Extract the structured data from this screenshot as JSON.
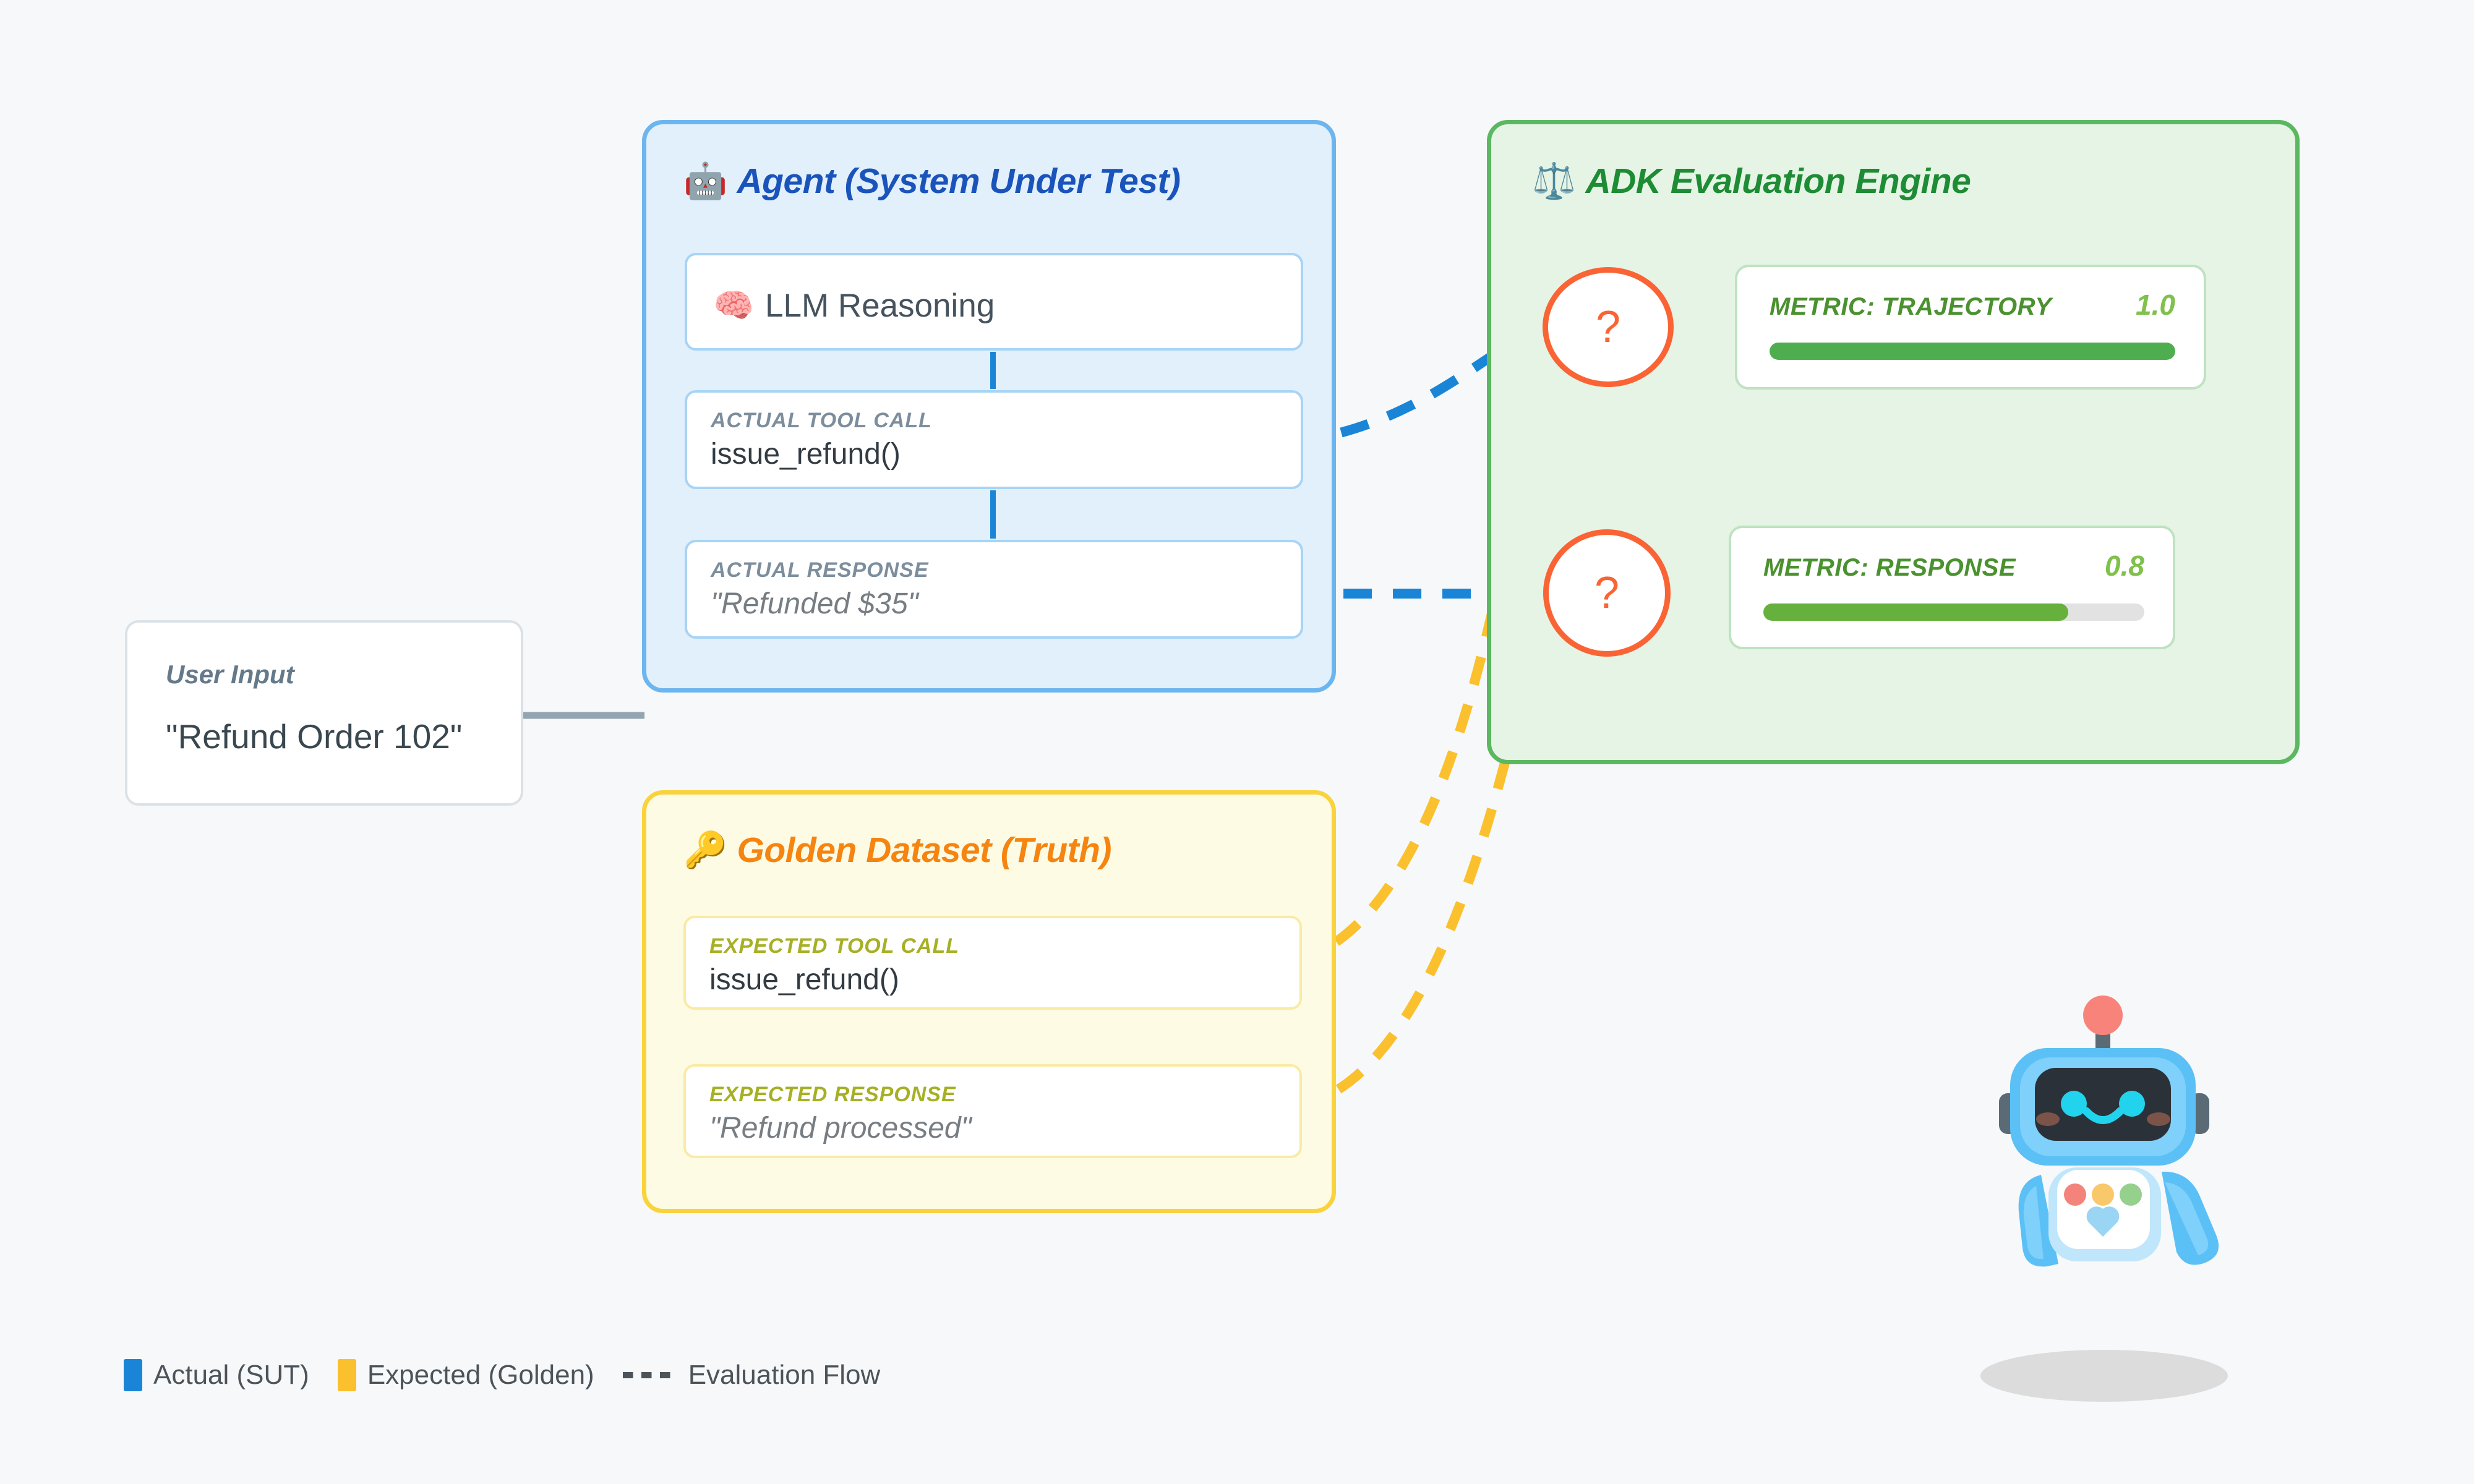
{
  "diagram": {
    "background_color": "#f6f8fa",
    "user_input": {
      "label": "User Input",
      "value": "\"Refund Order 102\""
    },
    "agent_panel": {
      "icon": "robot-emoji",
      "icon_glyph": "🤖",
      "title": "Agent (System Under Test)",
      "accent_color": "#1a54bb",
      "border_color": "#6cb5ef",
      "fill_color": "#e2f0fc",
      "llm": {
        "icon": "brain-emoji",
        "icon_glyph": "🧠",
        "label": "LLM Reasoning"
      },
      "rows": [
        {
          "label": "ACTUAL TOOL CALL",
          "value": "issue_refund()",
          "quoted": false
        },
        {
          "label": "ACTUAL RESPONSE",
          "value": "\"Refunded $35\"",
          "quoted": true
        }
      ]
    },
    "golden_panel": {
      "icon": "key-emoji",
      "icon_glyph": "🔑",
      "title": "Golden Dataset (Truth)",
      "accent_color": "#f58410",
      "border_color": "#fad23c",
      "fill_color": "#fdfbe3",
      "rows": [
        {
          "label": "EXPECTED TOOL CALL",
          "value": "issue_refund()",
          "quoted": false
        },
        {
          "label": "EXPECTED RESPONSE",
          "value": "\"Refund processed\"",
          "quoted": true
        }
      ]
    },
    "eval_panel": {
      "icon": "balance-scale-emoji",
      "icon_glyph": "⚖️",
      "title": "ADK Evaluation Engine",
      "accent_color": "#1d8c34",
      "border_color": "#5cb860",
      "fill_color": "#e6f4e6",
      "comparators": [
        {
          "symbol": "?",
          "color": "#fa6435"
        },
        {
          "symbol": "?",
          "color": "#fa6435"
        }
      ],
      "metrics": [
        {
          "name": "METRIC: TRAJECTORY",
          "score": "1.0",
          "fill_percent": 100,
          "bar_color": "#4eae4f"
        },
        {
          "name": "METRIC: RESPONSE",
          "score": "0.8",
          "fill_percent": 80,
          "bar_color": "#66b03e"
        }
      ]
    },
    "legend": {
      "items": [
        {
          "type": "swatch",
          "color": "#1a85d6",
          "label": "Actual (SUT)"
        },
        {
          "type": "swatch",
          "color": "#fbc02d",
          "label": "Expected (Golden)"
        },
        {
          "type": "dashed-line",
          "color": "#4c5359",
          "label": "Evaluation Flow"
        }
      ]
    },
    "mascot": {
      "name": "robot-mascot",
      "body_color": "#5bc0f5",
      "screen_color": "#2b3138",
      "eye_color": "#22d3ee",
      "antenna_bulb_color": "#f8837b",
      "indicator_colors": [
        "#f4837b",
        "#f9c86a",
        "#95d18d"
      ]
    }
  }
}
